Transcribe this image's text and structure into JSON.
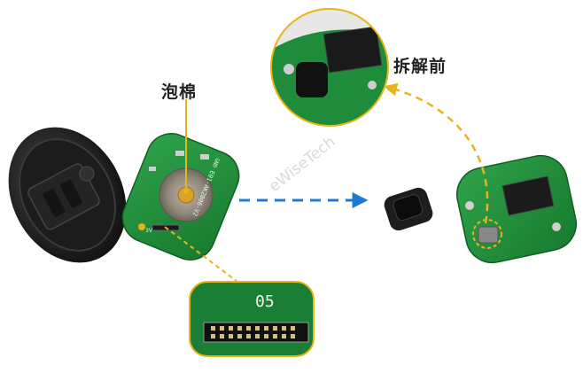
{
  "labels": {
    "foam": "泡棉",
    "before_disassembly": "拆解前"
  },
  "watermark": "eWiseTech",
  "board_marking_text": "E01-AK2006-V2",
  "board_marking_text_2": "GND",
  "pad_label": "3V",
  "zoom_bottom_label": "05",
  "colors": {
    "callout_line": "#e8b417",
    "arrow": "#1f78d1",
    "pcb": "#1f8a3a",
    "case": "#2a2a2a"
  }
}
